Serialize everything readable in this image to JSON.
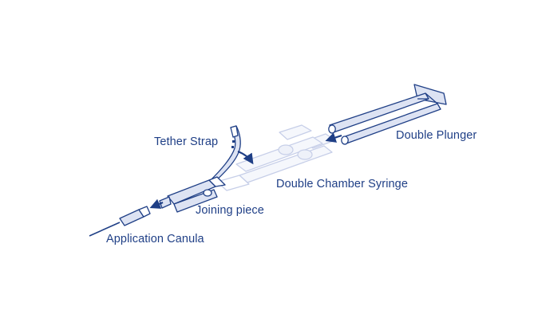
{
  "diagram": {
    "labels": {
      "tether_strap": "Tether Strap",
      "double_plunger": "Double Plunger",
      "double_chamber_syringe": "Double Chamber Syringe",
      "joining_piece": "Joining piece",
      "application_canula": "Application Canula"
    },
    "colors": {
      "outline": "#1f3f86",
      "label_text": "#1f3f86",
      "fill_light": "#dde3f3",
      "syringe_faded": "#c6cee8",
      "arrow": "#1f3f86"
    }
  }
}
